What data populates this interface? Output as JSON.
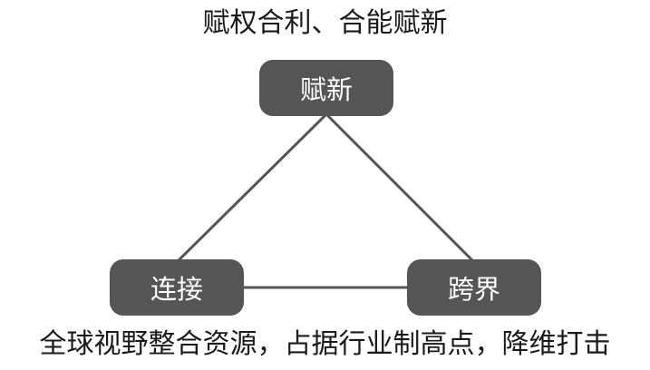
{
  "title": "赋权合利、合能赋新",
  "nodes": {
    "top": "赋新",
    "left": "连接",
    "right": "跨界"
  },
  "caption": "全球视野整合资源，占据行业制高点，降维打击",
  "colors": {
    "node_fill": "#555555",
    "node_text": "#ffffff",
    "edge": "#555555",
    "text": "#1a1a1a"
  }
}
